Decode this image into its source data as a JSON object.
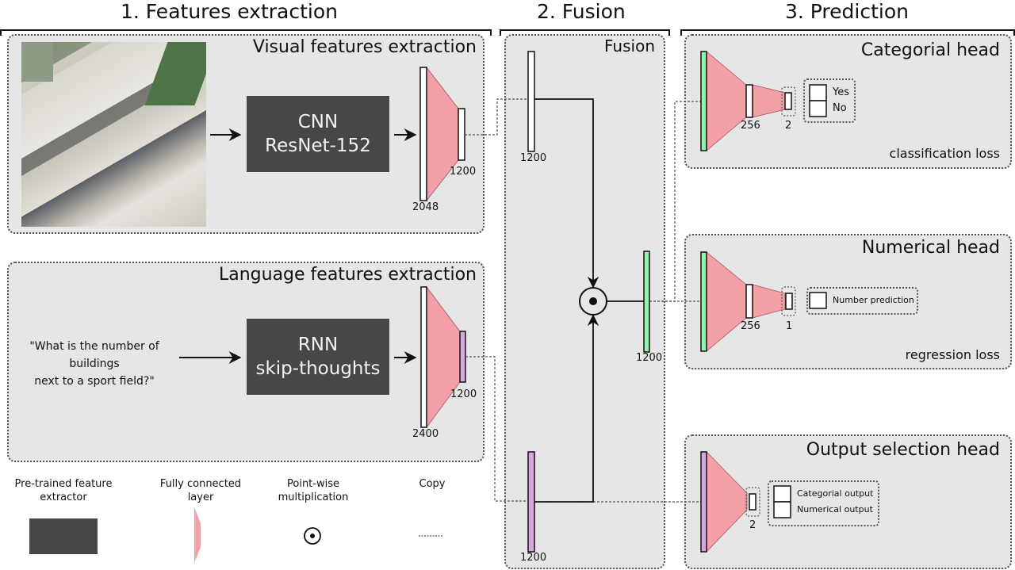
{
  "sections": {
    "features": "1. Features extraction",
    "fusion": "2. Fusion",
    "prediction": "3. Prediction"
  },
  "visual_panel": {
    "title": "Visual features extraction",
    "block_line1": "CNN",
    "block_line2": "ResNet-152",
    "fc_in": "2048",
    "fc_out": "1200",
    "image": "aerial-image"
  },
  "language_panel": {
    "title": "Language features extraction",
    "question_line1": "\"What is the number of buildings",
    "question_line2": "next to a sport field?\"",
    "block_line1": "RNN",
    "block_line2": "skip-thoughts",
    "fc_in": "2400",
    "fc_out": "1200"
  },
  "fusion_panel": {
    "title": "Fusion",
    "visual_vec": "1200",
    "language_vec": "1200",
    "fused_vec": "1200",
    "operator": "point-wise multiplication"
  },
  "heads": {
    "categorial": {
      "title": "Categorial head",
      "hidden": "256",
      "out": "2",
      "options": [
        "Yes",
        "No"
      ],
      "loss": "classification loss"
    },
    "numerical": {
      "title": "Numerical head",
      "hidden": "256",
      "out": "1",
      "options": [
        "Number prediction"
      ],
      "loss": "regression loss"
    },
    "selection": {
      "title": "Output selection head",
      "out": "2",
      "options": [
        "Categorial output",
        "Numerical output"
      ]
    }
  },
  "legend": {
    "extractor_line1": "Pre-trained feature",
    "extractor_line2": "extractor",
    "fc_line1": "Fully connected",
    "fc_line2": "layer",
    "pw_line1": "Point-wise",
    "pw_line2": "multiplication",
    "copy": "Copy"
  },
  "colors": {
    "panel_bg": "#e6e6e6",
    "block": "#474747",
    "fc_fill": "#f4a0a8",
    "visual_vec": "#ffffff",
    "language_vec": "#d9a6e0",
    "fused_vec": "#8ef5b0"
  }
}
